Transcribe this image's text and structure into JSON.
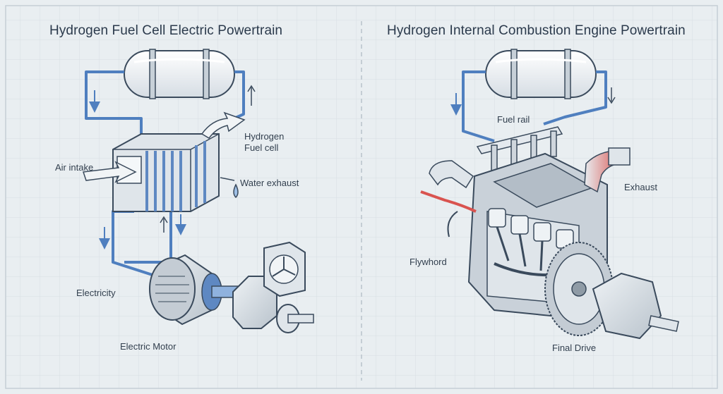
{
  "left_panel": {
    "title": "Hydrogen Fuel Cell Electric Powertrain",
    "labels": {
      "hydrogen_fuel_cell": "Hydrogen\nFuel cell",
      "air_intake": "Air intake",
      "water_exhaust": "Water exhaust",
      "electricity": "Electricity",
      "electric_motor": "Electric Motor"
    }
  },
  "right_panel": {
    "title": "Hydrogen Internal Combustion Engine Powertrain",
    "labels": {
      "fuel_rail": "Fuel rail",
      "exhaust": "Exhaust",
      "flywheel": "Flywhord",
      "final_drive": "Final Drive"
    }
  },
  "colors": {
    "background": "#e9eef1",
    "line": "#3a4a5c",
    "pipe": "#4f7fbf",
    "metal": "#cfd6dd",
    "exhaust_red": "#d9534f"
  }
}
